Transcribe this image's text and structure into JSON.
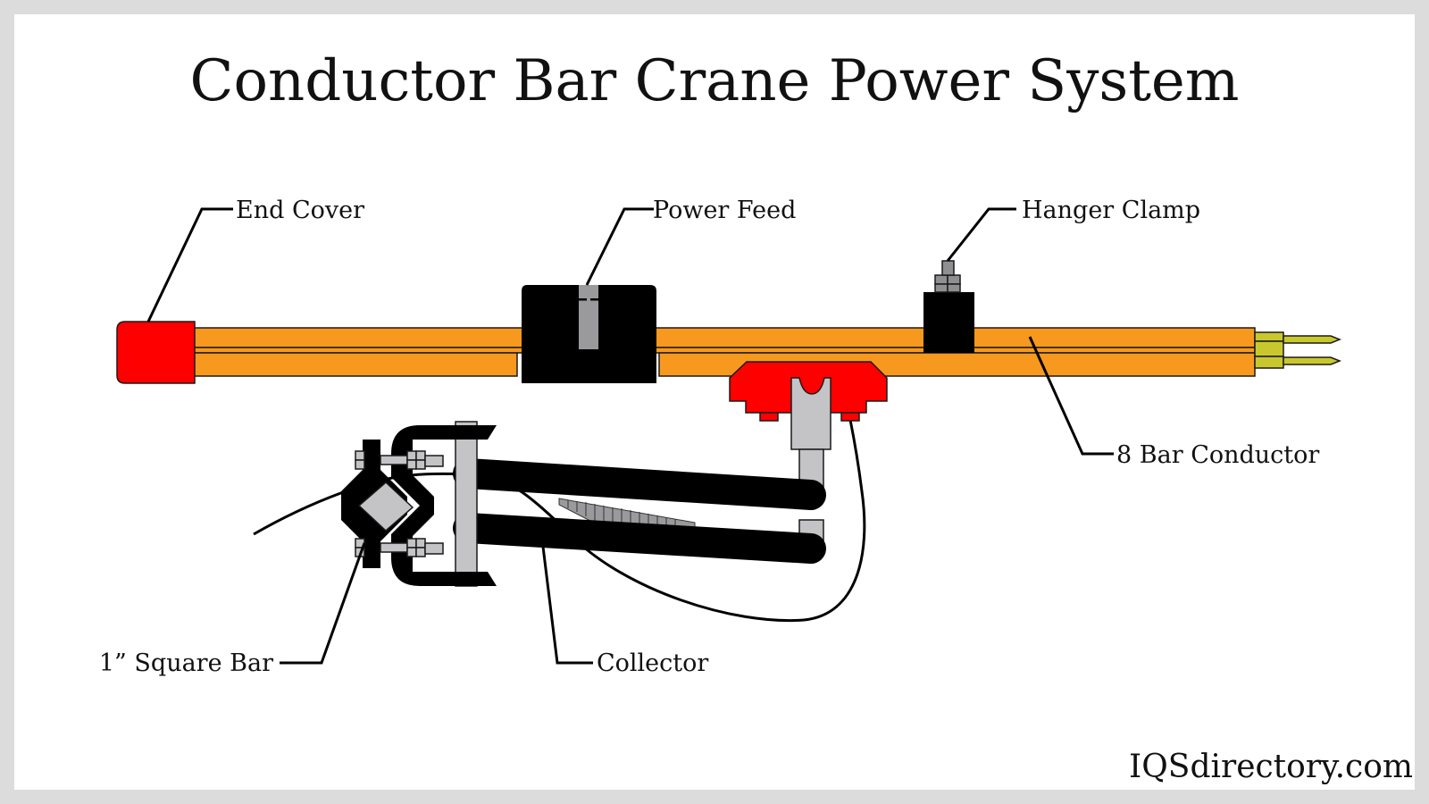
{
  "diagram": {
    "title": "Conductor Bar Crane Power System",
    "labels": {
      "end_cover": "End Cover",
      "power_feed": "Power Feed",
      "hanger_clamp": "Hanger Clamp",
      "eight_bar_conductor": "8 Bar Conductor",
      "square_bar": "1” Square Bar",
      "collector": "Collector"
    },
    "watermark": "IQSdirectory.com",
    "colors": {
      "conductor_bar": "#f7991e",
      "end_cover": "#ff0000",
      "collector_shoe": "#ff0000",
      "power_feed": "#000000",
      "hanger_clamp": "#000000",
      "connector_pins": "#c8c82e",
      "metal_parts": "#c4c4c6",
      "background_frame": "#dcdcdc"
    }
  }
}
